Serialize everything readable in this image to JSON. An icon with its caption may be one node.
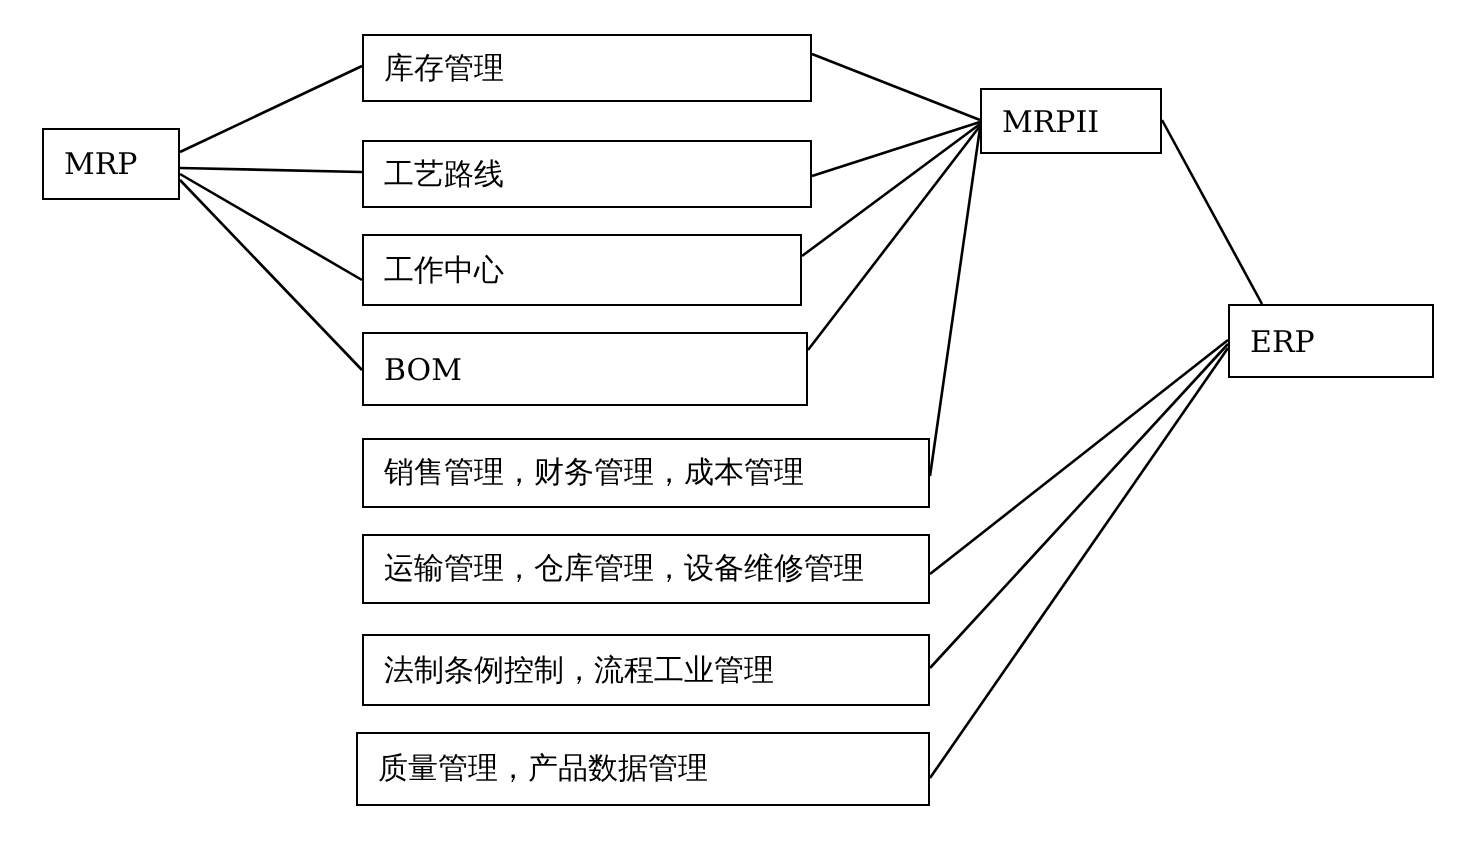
{
  "diagram": {
    "nodes": [
      {
        "text": [
          "MRP"
        ]
      },
      {
        "text": [
          "库存管理"
        ]
      },
      {
        "text": [
          "工艺路线"
        ]
      },
      {
        "text": [
          "工作中心"
        ]
      },
      {
        "text": [
          "BOM"
        ]
      },
      {
        "text": [
          "MRPII"
        ]
      },
      {
        "text": [
          "ERP"
        ]
      },
      {
        "text": [
          "销售管理，财务管理，成本管理"
        ]
      },
      {
        "text": [
          "运输管理，仓库管理，设备维修管理"
        ]
      },
      {
        "text": [
          "法制条例控制，流程工业管理"
        ]
      },
      {
        "text": [
          "质量管理，产品数据管理"
        ]
      }
    ],
    "edges": [
      {
        "from": 0,
        "to": 1,
        "arrow": "none"
      },
      {
        "from": 0,
        "to": 2,
        "arrow": "none"
      },
      {
        "from": 0,
        "to": 3,
        "arrow": "none"
      },
      {
        "from": 0,
        "to": 4,
        "arrow": "none"
      },
      {
        "from": 1,
        "to": 5,
        "arrow": "none"
      },
      {
        "from": 2,
        "to": 5,
        "arrow": "none"
      },
      {
        "from": 3,
        "to": 5,
        "arrow": "none"
      },
      {
        "from": 4,
        "to": 5,
        "arrow": "none"
      },
      {
        "from": 7,
        "to": 5,
        "arrow": "none"
      },
      {
        "from": 5,
        "to": 6,
        "arrow": "none"
      },
      {
        "from": 8,
        "to": 6,
        "arrow": "none"
      },
      {
        "from": 9,
        "to": 6,
        "arrow": "none"
      },
      {
        "from": 10,
        "to": 6,
        "arrow": "none"
      }
    ]
  }
}
